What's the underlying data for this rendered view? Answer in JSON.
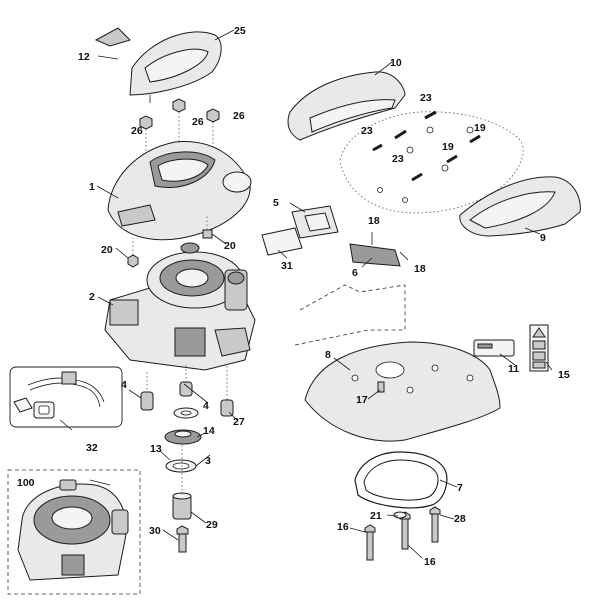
{
  "callouts": [
    {
      "id": "c1",
      "label": "1"
    },
    {
      "id": "c2",
      "label": "2"
    },
    {
      "id": "c3",
      "label": "3"
    },
    {
      "id": "c4a",
      "label": "4"
    },
    {
      "id": "c4b",
      "label": "4"
    },
    {
      "id": "c5",
      "label": "5"
    },
    {
      "id": "c6",
      "label": "6"
    },
    {
      "id": "c7",
      "label": "7"
    },
    {
      "id": "c8",
      "label": "8"
    },
    {
      "id": "c9",
      "label": "9"
    },
    {
      "id": "c10",
      "label": "10"
    },
    {
      "id": "c11",
      "label": "11"
    },
    {
      "id": "c12",
      "label": "12"
    },
    {
      "id": "c13",
      "label": "13"
    },
    {
      "id": "c14",
      "label": "14"
    },
    {
      "id": "c15",
      "label": "15"
    },
    {
      "id": "c16a",
      "label": "16"
    },
    {
      "id": "c16b",
      "label": "16"
    },
    {
      "id": "c17",
      "label": "17"
    },
    {
      "id": "c18a",
      "label": "18"
    },
    {
      "id": "c18b",
      "label": "18"
    },
    {
      "id": "c19a",
      "label": "19"
    },
    {
      "id": "c19b",
      "label": "19"
    },
    {
      "id": "c20a",
      "label": "20"
    },
    {
      "id": "c20b",
      "label": "20"
    },
    {
      "id": "c21",
      "label": "21"
    },
    {
      "id": "c23a",
      "label": "23"
    },
    {
      "id": "c23b",
      "label": "23"
    },
    {
      "id": "c23c",
      "label": "23"
    },
    {
      "id": "c25",
      "label": "25"
    },
    {
      "id": "c26a",
      "label": "26"
    },
    {
      "id": "c26b",
      "label": "26"
    },
    {
      "id": "c26c",
      "label": "26"
    },
    {
      "id": "c27",
      "label": "27"
    },
    {
      "id": "c28",
      "label": "28"
    },
    {
      "id": "c29",
      "label": "29"
    },
    {
      "id": "c30",
      "label": "30"
    },
    {
      "id": "c31",
      "label": "31"
    },
    {
      "id": "c32",
      "label": "32"
    },
    {
      "id": "c100",
      "label": "100"
    }
  ]
}
